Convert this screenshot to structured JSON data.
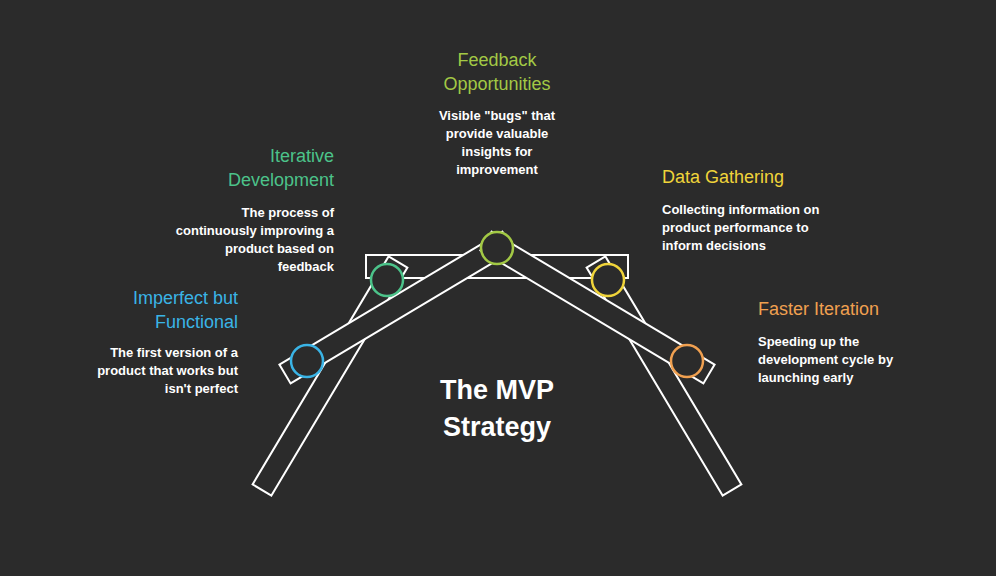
{
  "diagram": {
    "title": "The MVP Strategy",
    "nodes": [
      {
        "text": [
          "Imperfect but Functional",
          "The first version of a product that works but isn't perfect"
        ]
      },
      {
        "text": [
          "Iterative Development",
          "The process of continuously improving a product based on feedback"
        ]
      },
      {
        "text": [
          "Feedback Opportunities",
          "Visible \"bugs\" that provide valuable insights for improvement"
        ]
      },
      {
        "text": [
          "Data Gathering",
          "Collecting information on product performance to inform decisions"
        ]
      },
      {
        "text": [
          "Faster Iteration",
          "Speeding up the development cycle by launching early"
        ]
      }
    ]
  }
}
